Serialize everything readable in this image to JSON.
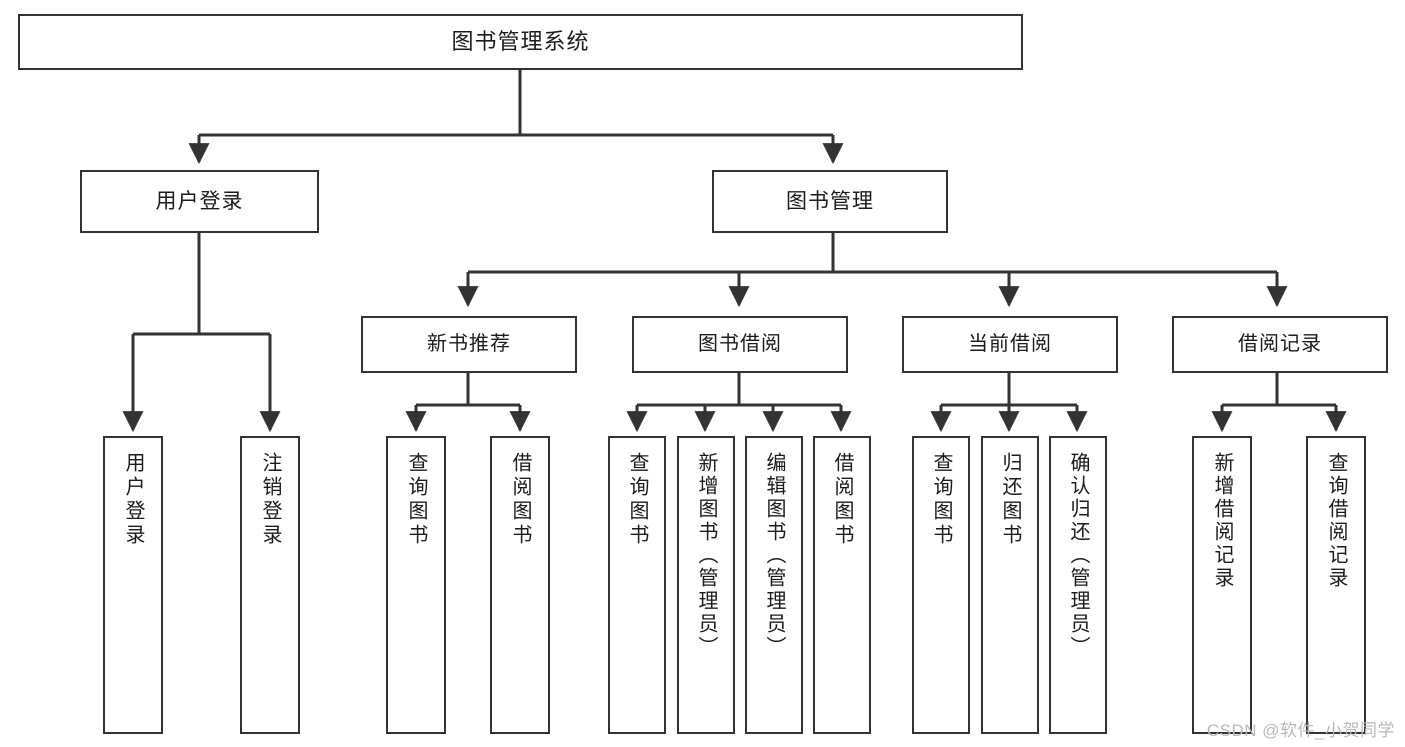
{
  "diagram": {
    "title": "图书管理系统",
    "type": "tree-hierarchy-chart",
    "watermark": "CSDN @软件_小贺同学",
    "colors": {
      "background": "#ffffff",
      "node_border": "#333333",
      "node_fill": "#ffffff",
      "text": "#1b1b1b",
      "connector": "#333333",
      "watermark": "#b9b9b9"
    }
  },
  "nodes": {
    "root": {
      "label": "图书管理系统"
    },
    "level2": [
      {
        "id": "user-login",
        "label": "用户登录"
      },
      {
        "id": "book-manage",
        "label": "图书管理"
      }
    ],
    "level3": [
      {
        "id": "new-book-recommend",
        "label": "新书推荐"
      },
      {
        "id": "book-borrow",
        "label": "图书借阅"
      },
      {
        "id": "current-borrow",
        "label": "当前借阅"
      },
      {
        "id": "borrow-record",
        "label": "借阅记录"
      }
    ],
    "leaves": {
      "user_login": [
        {
          "id": "leaf-user-login",
          "label": "用户登录"
        },
        {
          "id": "leaf-logout-login",
          "label": "注销登录"
        }
      ],
      "new_book_recommend": [
        {
          "id": "leaf-query-book-1",
          "label": "查询图书"
        },
        {
          "id": "leaf-borrow-book-1",
          "label": "借阅图书"
        }
      ],
      "book_borrow": [
        {
          "id": "leaf-query-book-2",
          "label": "查询图书"
        },
        {
          "id": "leaf-add-book-admin",
          "label": "新增图书（管理员）"
        },
        {
          "id": "leaf-edit-book-admin",
          "label": "编辑图书（管理员）"
        },
        {
          "id": "leaf-borrow-book-2",
          "label": "借阅图书"
        }
      ],
      "current_borrow": [
        {
          "id": "leaf-query-book-3",
          "label": "查询图书"
        },
        {
          "id": "leaf-return-book",
          "label": "归还图书"
        },
        {
          "id": "leaf-confirm-return-admin",
          "label": "确认归还（管理员）"
        }
      ],
      "borrow_record": [
        {
          "id": "leaf-add-borrow-record",
          "label": "新增借阅记录"
        },
        {
          "id": "leaf-query-borrow-record",
          "label": "查询借阅记录"
        }
      ]
    }
  }
}
